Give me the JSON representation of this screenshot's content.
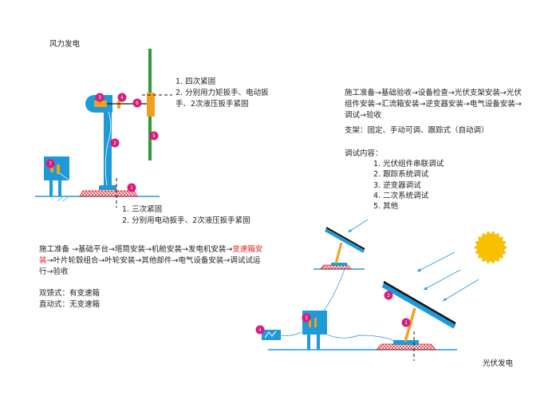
{
  "wind": {
    "title": "风力发电",
    "top_note": [
      "1. 四次紧固",
      "2. 分别用力矩扳手、电动扳",
      "手、2次液压扳手紧固"
    ],
    "bottom_note": [
      "1. 三次紧固",
      "2. 分别用电动扳手、2次液压扳手紧固"
    ],
    "process": {
      "line1": "施工准备 →基础平台→塔筒安装→机舱安装→发电机安装→",
      "line1_red": "变速箱安",
      "line2_red": "装",
      "line2": "→叶片轮毂组合→叶轮安装→其他部件→电气设备安装→调试试运",
      "line3": "行→验收"
    },
    "types": [
      "双馈式：有变速箱",
      "直动式：无变速箱"
    ],
    "badges": [
      "1",
      "2",
      "3",
      "4",
      "5",
      "6",
      "7"
    ]
  },
  "solar": {
    "title": "光伏发电",
    "process": [
      "施工准备→基础验收→设备检查→光伏支架安装→光伏",
      "组件安装→汇流箱安装→逆变器安装→电气设备安装→",
      "调试→验收"
    ],
    "bracket": "支架：固定、手动可调、跟踪式（自动调）",
    "debug_title": "调试内容：",
    "debug_items": [
      "1. 光伏组件串联调试",
      "2. 跟踪系统调试",
      "3. 逆变器调试",
      "4. 二次系统调试",
      "5. 其他"
    ],
    "badges": [
      "1",
      "2",
      "3",
      "4"
    ]
  },
  "colors": {
    "blue": "#1f9ad8",
    "green": "#2e9a3a",
    "orange": "#f0a020",
    "magenta": "#d81b7a",
    "red": "#e02020",
    "sun": "#f7c000"
  }
}
